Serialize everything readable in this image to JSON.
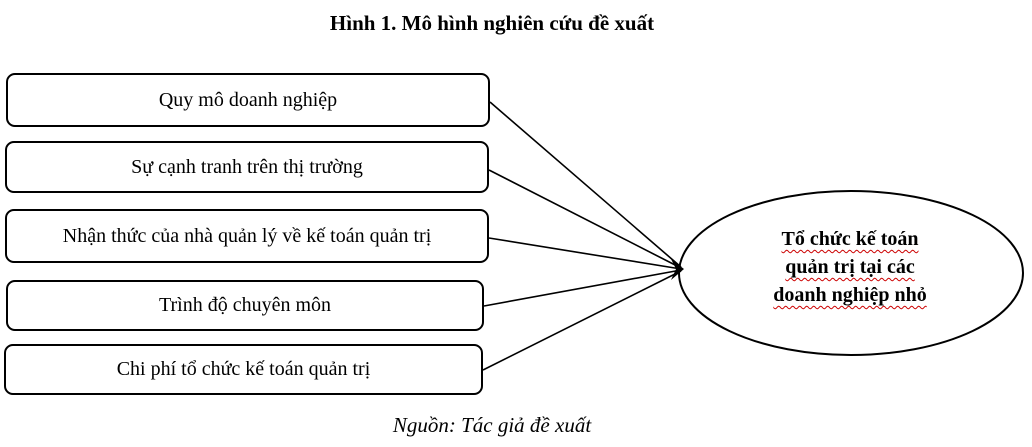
{
  "figure": {
    "title": "Hình 1. Mô hình nghiên cứu đề xuất",
    "source": "Nguồn: Tác giả đề xuất"
  },
  "factors": [
    {
      "label": "Quy mô doanh nghiệp"
    },
    {
      "label": "Sự cạnh tranh trên thị trường"
    },
    {
      "label": "Nhận thức của nhà quản lý về kế toán quản trị"
    },
    {
      "label": "Trình độ chuyên môn"
    },
    {
      "label": "Chi phí tổ chức kế toán quản trị"
    }
  ],
  "outcome": {
    "lines": [
      "Tổ chức kế toán",
      "quản trị tại các",
      "doanh nghiệp nhỏ"
    ]
  },
  "colors": {
    "stroke": "#000000",
    "spellcheck_underline": "#cc0000"
  }
}
